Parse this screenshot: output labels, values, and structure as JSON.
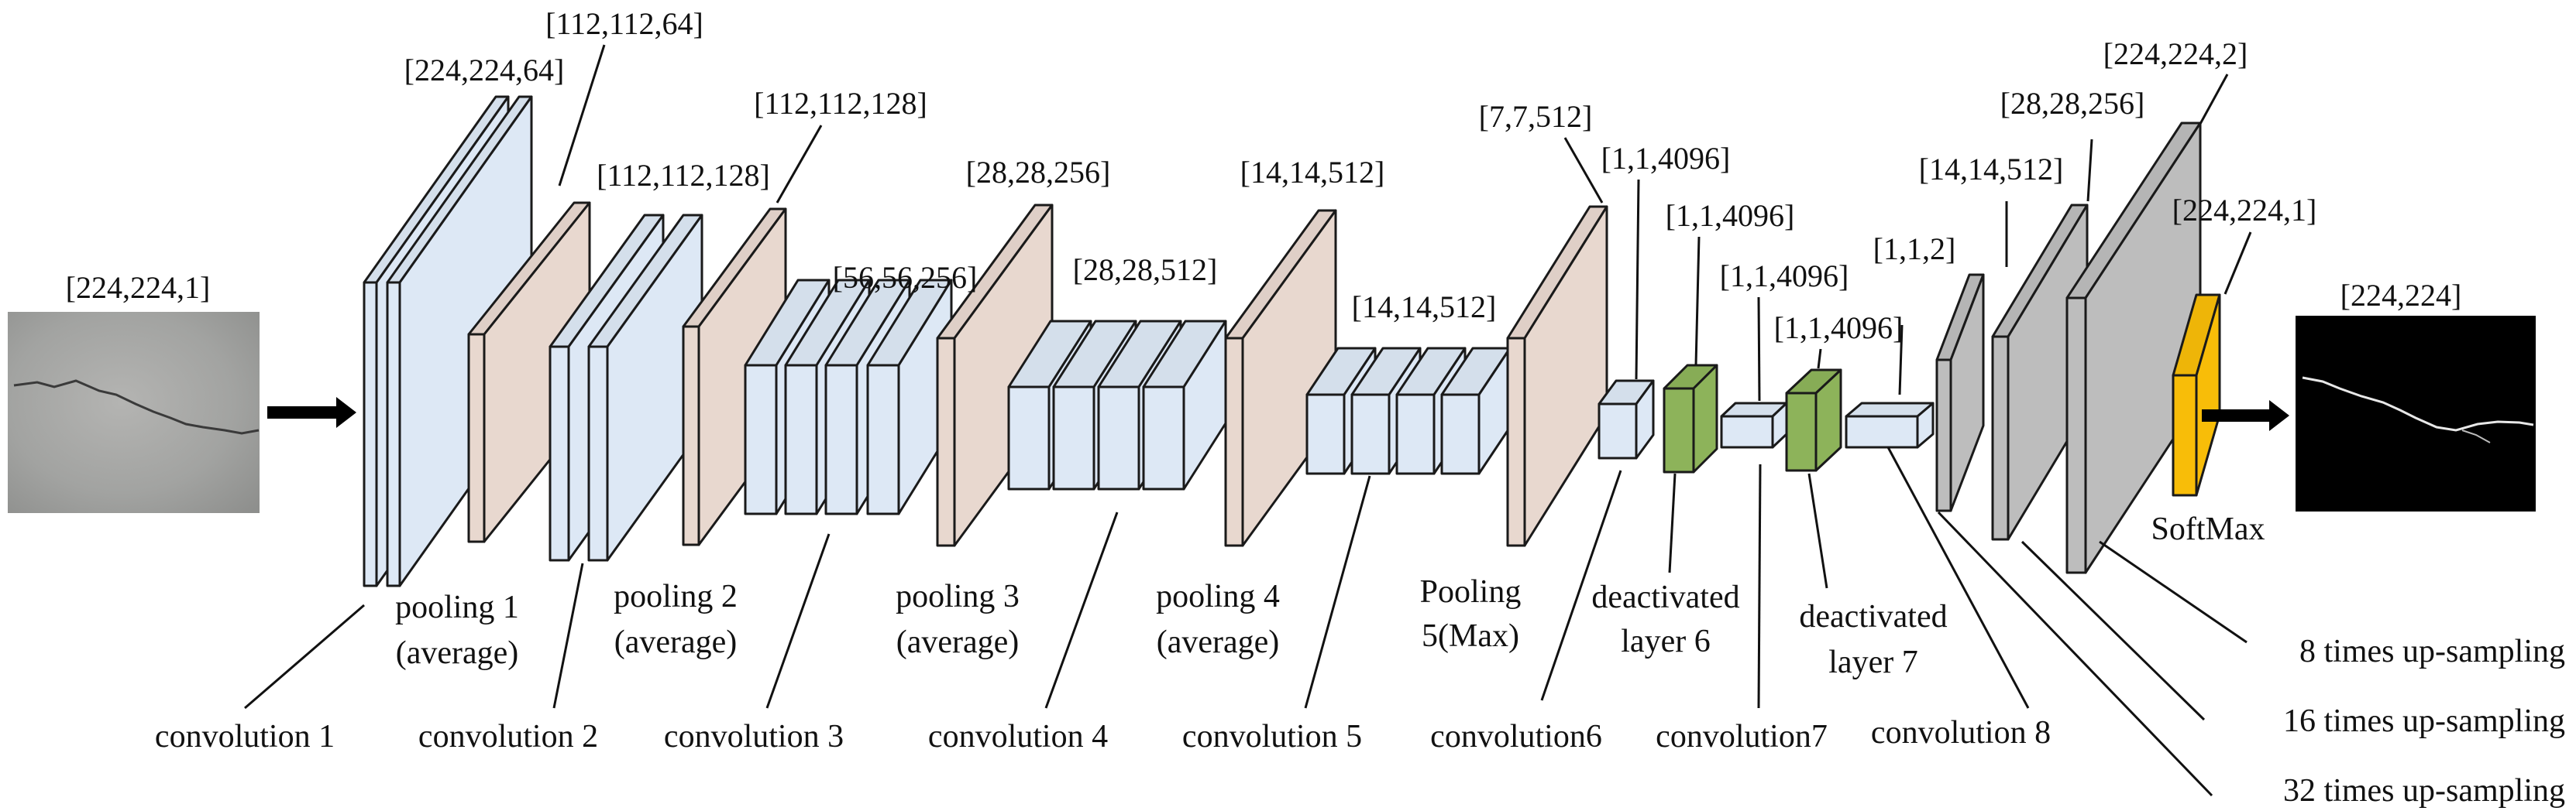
{
  "colors": {
    "conv": "#dde8f5",
    "pool": "#e8d8cf",
    "deactivated": "#8db35a",
    "upsample": "#bdbdbd",
    "softmax": "#f8bd08",
    "stroke": "#1a1a1a"
  },
  "input_image": {
    "dim": "[224,224,1]"
  },
  "output_image": {
    "dim": "[224,224]"
  },
  "dims": {
    "conv1": "[224,224,64]",
    "pool1": "[112,112,64]",
    "conv2": "[112,112,128]",
    "pool2": "[112,112,128]",
    "conv3": "[56,56,256]",
    "pool3": "[28,28,256]",
    "conv4": "[28,28,512]",
    "pool4": "[14,14,512]",
    "conv5": "[14,14,512]",
    "pool5": "[7,7,512]",
    "conv6": "[1,1,4096]",
    "deact6": "[1,1,4096]",
    "conv7": "[1,1,4096]",
    "deact7": "[1,1,4096]",
    "conv8": "[1,1,2]",
    "up8": "[14,14,512]",
    "up16": "[28,28,256]",
    "up32": "[224,224,2]",
    "softmax": "[224,224,1]"
  },
  "labels": {
    "conv1": "convolution 1",
    "conv2": "convolution 2",
    "conv3": "convolution 3",
    "conv4": "convolution 4",
    "conv5": "convolution 5",
    "conv6": "convolution6",
    "conv7": "convolution7",
    "conv8": "convolution 8",
    "pool1_line1": "pooling 1",
    "pool1_line2": "(average)",
    "pool2_line1": "pooling 2",
    "pool2_line2": "(average)",
    "pool3_line1": "pooling 3",
    "pool3_line2": "(average)",
    "pool4_line1": "pooling 4",
    "pool4_line2": "(average)",
    "pool5_line1": "Pooling",
    "pool5_line2": "5(Max)",
    "deact6_line1": "deactivated",
    "deact6_line2": "layer 6",
    "deact7_line1": "deactivated",
    "deact7_line2": "layer 7",
    "softmax": "SoftMax",
    "up8": "8 times up-sampling",
    "up16": "16 times up-sampling",
    "up32": "32 times up-sampling"
  }
}
